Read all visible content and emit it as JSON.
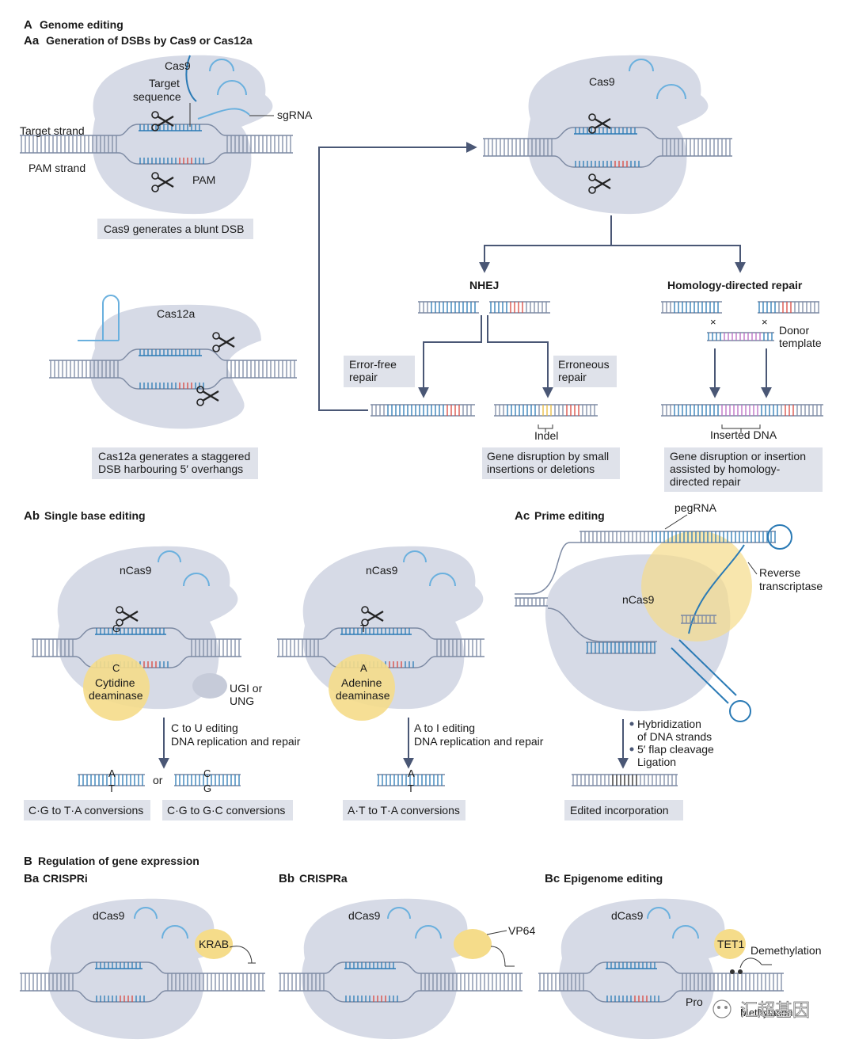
{
  "colors": {
    "protein": "#d6dae6",
    "bluestrand": "#2a7ab5",
    "gray": "#7d8aa3",
    "red": "#d9473f",
    "yellow": "#f5dc8a",
    "purple": "#b96ac4",
    "capbox": "#dfe2ea",
    "arrow": "#4a5775"
  },
  "sectionA": {
    "letter": "A",
    "title": "Genome editing"
  },
  "Aa": {
    "letter": "Aa",
    "title": "Generation of DSBs by Cas9 or Cas12a",
    "cas9": "Cas9",
    "target_sequence": [
      "Target",
      "sequence"
    ],
    "sgrna": "sgRNA",
    "target_strand": "Target strand",
    "pam_strand": "PAM strand",
    "pam": "PAM",
    "caption_cas9": "Cas9 generates a blunt DSB",
    "cas12a": "Cas12a",
    "caption_cas12a": [
      "Cas12a generates a staggered",
      "DSB harbouring 5′ overhangs"
    ],
    "cas9_right": "Cas9"
  },
  "repair": {
    "nhej": "NHEJ",
    "hdr": "Homology-directed repair",
    "error_free": [
      "Error-free",
      "repair"
    ],
    "erroneous": [
      "Erroneous",
      "repair"
    ],
    "donor": [
      "Donor",
      "template"
    ],
    "indel": "Indel",
    "inserted_dna": "Inserted DNA",
    "caption_nhej": [
      "Gene disruption by small",
      "insertions or deletions"
    ],
    "caption_hdr": [
      "Gene disruption or insertion",
      "assisted by homology-",
      "directed repair"
    ]
  },
  "Ab": {
    "letter": "Ab",
    "title": "Single base editing",
    "ncas9": "nCas9",
    "g": "G",
    "c": "C",
    "t": "T",
    "a": "A",
    "cytidine": [
      "Cytidine",
      "deaminase"
    ],
    "ugi": [
      "UGI or",
      "UNG"
    ],
    "adenine": [
      "Adenine",
      "deaminase"
    ],
    "c_to_u": [
      "C to U editing",
      "DNA replication and repair"
    ],
    "a_to_i": [
      "A to I editing",
      "DNA replication and repair"
    ],
    "or": "or",
    "cap1": "C·G to T·A conversions",
    "cap2": "C·G to G·C conversions",
    "cap3": "A·T to T·A conversions"
  },
  "Ac": {
    "letter": "Ac",
    "title": "Prime editing",
    "pegrna": "pegRNA",
    "ncas9": "nCas9",
    "rt": [
      "Reverse",
      "transcriptase"
    ],
    "steps": [
      "Hybridization",
      "of DNA strands",
      "5′ flap cleavage",
      "Ligation"
    ],
    "caption": "Edited incorporation"
  },
  "sectionB": {
    "letter": "B",
    "title": "Regulation of gene expression"
  },
  "Ba": {
    "letter": "Ba",
    "title": "CRISPRi",
    "dcas9": "dCas9",
    "krab": "KRAB"
  },
  "Bb": {
    "letter": "Bb",
    "title": "CRISPRa",
    "dcas9": "dCas9",
    "vp64": "VP64"
  },
  "Bc": {
    "letter": "Bc",
    "title": "Epigenome editing",
    "dcas9": "dCas9",
    "tet1": "TET1",
    "demethylation": "Demethylation",
    "promoter": "Pro",
    "methylation": "Methylation"
  },
  "watermark": "汇超基因"
}
